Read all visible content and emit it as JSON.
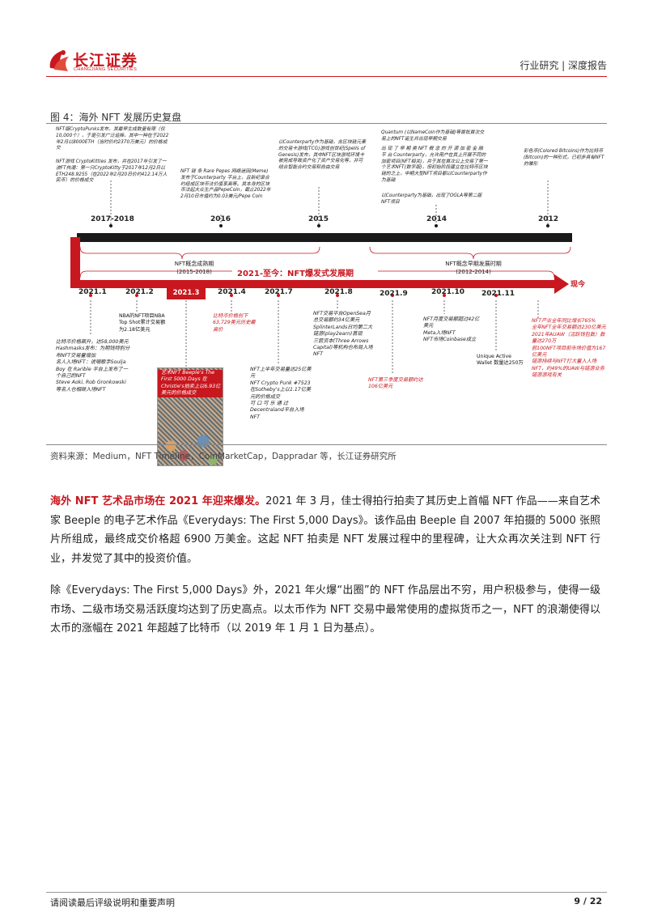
{
  "header": {
    "logo_name": "长江证券",
    "logo_sub": "CHANGJIANG SECURITIES",
    "report_type": "行业研究 | 深度报告"
  },
  "figure": {
    "title": "图 4：海外 NFT 发展历史复盘",
    "source": "资料来源：Medium，NFT Timeline，CoinMarketCap，Dappradar 等，长江证券研究所",
    "upper_years": [
      "2017-2018",
      "2016",
      "2015",
      "2014",
      "2012"
    ],
    "phases": {
      "mature": "NFT概念成熟期\n(2015-2018)",
      "early": "NFT概念早期发展时期\n(2012-2014)"
    },
    "period_title": "2021-至今：NFT爆发式发展期",
    "now_label": "现今",
    "lower_years": [
      "2021.1",
      "2021.2",
      "2021.3",
      "2021.4",
      "2021.7",
      "2021.8",
      "2021.9",
      "2021.10",
      "2021.11"
    ],
    "upper_notes": {
      "y2017_a": "NFT版CryptoPunks发布，其最早生成数量有限（仅10,000个），于是引发广泛追捧，其中一种在于2022年2月以8000ETH（当时价约2370万美元）的价格成交",
      "y2017_b": "NFT游戏 CryptoKitties 发布，并在2017年引发了一波FT热潮：第一只CryptoKitty于2017年12月2日以ETH248.9255（在2022年2月20日价约412.14万人民币）的价格成交",
      "y2016": "NFT 链 条 Rare Pepes 网络迷因(Meme)发布于Counterparty 平台上，且新纪录合约组成区块币法价值享高等。其本身的区块币法起大众生产品PepeCoin，截止2022年2月10日市值约为0.03美元/Pepe Coin",
      "y2015": "以Counterparty作为基础，含区块链元素的交易卡游戏(TCG)游戏创世纪(Spells of Genesis)发布，其中NFT区块游戏环境卡被完成导致资产化了资产交易化等，并可结合智能合约交易和自由交易",
      "y2014_a": "Quantum (以NameCoin作为基础)等首批首次交易上的NFT诞生并出现早期交易",
      "y2014_b": "出 现 了 早 期 类 NFT 概 念 的 开 源 加 密 金 融 平 台 Counterparty，允许用户在其上开展不同的加密项目(NFT相关)，并于其在首次公上交易了第一个艺术NFT(数字版)，但初始阶段建立在比特币区块链的之上，中期大型NFT项目都以Counterparty作为基础",
      "y2014_c": "以Counterparty为基础，出现了OGLA等第二版NFT项目",
      "y2012": "彩色币(Colored Bitcoins)作为比特币(Bitcoin)的一种形式，已初步具有NFT的雏形"
    },
    "lower_notes": {
      "n2021_1": "比特币价格飙升，达58,000美元\nHashmasks发布：为期钱特别分布NFT交易量增加\n名人入场NFT：说唱歌手Soulja Boy 在 Rarible 平台上发布了一个自己的NFT\nSteve Aoki, Rob Gronkowski等名人也相继入场NFT",
      "n2021_2": "NBA的NFT项目NBA Top Shot累计交易额为2.18亿美元",
      "n2021_3": "艺术NFT Beeple's The First 5000 Days 在Christie's拍卖上以6.93亿美元的价格成交",
      "n2021_4": "比特币价格创下63,729美元历史最高价",
      "n2021_7": "NFT上半年交易量达25亿美元\nNFT Crypto Punk #7523在Sotheby's上以1.17亿美元的价格成交\n可 口 可 乐 通 过 Decentraland平台入场NFT",
      "n2021_8": "NFT交易平台OpenSea月总交易额约34亿美元\nSplinterLands日均第二大链游(play2earn)首现\n三箭资本(Three Arrows Capital)等机构也布局入场NFT",
      "n2021_9": "NFT第三季度交易额约达106亿美元",
      "n2021_10": "NFT月度交易额超过42亿美元\nMeta入场NFT\nNFT市场Coinbase成立",
      "n2021_11": "Unique Active Wallet 数量达250万",
      "n_now": "NFT产业全年同比增长765%\n全年NFT全年交易额达230亿美元\n2021年AUAW（活跃钱包数）数量达270万\n前100NFT项目前市场价值为167亿美元\n链游持续与NFT打大量入人场NFT，约49%的UAW与链游业务链游游戏有关"
    }
  },
  "body": {
    "p1_lead": "海外 NFT 艺术品市场在 2021 年迎来爆发。",
    "p1_rest": "2021 年 3 月，佳士得拍行拍卖了其历史上首幅 NFT 作品——来自艺术家 Beeple 的电子艺术作品《Everydays: The First 5,000 Days》。该作品由 Beeple 自 2007 年拍摄的 5000 张照片所组成，最终成交价格超 6900 万美金。这起 NFT 拍卖是 NFT 发展过程中的里程碑，让大众再次关注到 NFT 行业，并发觉了其中的投资价值。",
    "p2": "除《Everydays: The First 5,000 Days》外，2021 年火爆“出圈”的 NFT 作品层出不穷，用户积极参与，使得一级市场、二级市场交易活跃度均达到了历史高点。以太币作为 NFT 交易中最常使用的虚拟货币之一，NFT 的浪潮使得以太币的涨幅在 2021 年超越了比特币（以 2019 年 1 月 1 日为基点）。"
  },
  "footer": {
    "disclaimer": "请阅读最后评级说明和重要声明",
    "page": "9 / 22"
  },
  "colors": {
    "brand": "#c8171e",
    "dark_bar": "#1a1a1a"
  }
}
